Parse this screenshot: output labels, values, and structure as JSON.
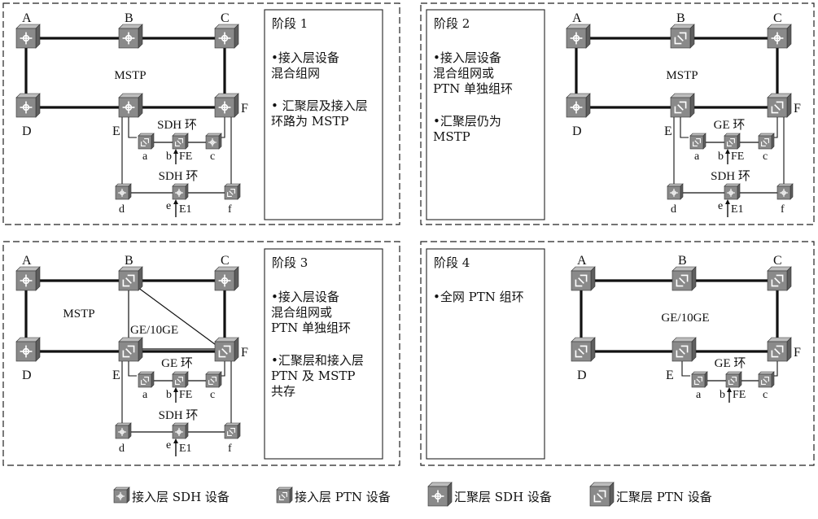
{
  "panels": [
    {
      "stage": "阶段 1",
      "notes": [
        [
          "•接入层设备",
          "混合组网"
        ],
        [
          "• 汇聚层及接入层",
          "环路为 MSTP"
        ]
      ],
      "core_label": "MSTP",
      "upper_ring": "SDH 环",
      "lower_ring": "SDH 环"
    },
    {
      "stage": "阶段 2",
      "notes": [
        [
          "•接入层设备",
          "混合组网或",
          "PTN 单独组环"
        ],
        [
          "•汇聚层仍为",
          "MSTP"
        ]
      ],
      "core_label": "MSTP",
      "upper_ring": "GE 环",
      "lower_ring": "SDH 环"
    },
    {
      "stage": "阶段 3",
      "notes": [
        [
          "•接入层设备",
          "混合组网或",
          "PTN 单独组环"
        ],
        [
          "•汇聚层和接入层",
          "PTN 及 MSTP",
          "共存"
        ]
      ],
      "core_label": "MSTP",
      "mesh_label": "GE/10GE",
      "upper_ring": "GE 环",
      "lower_ring": "SDH 环"
    },
    {
      "stage": "阶段 4",
      "notes": [
        [
          "•全网 PTN 组环"
        ]
      ],
      "core_label": "GE/10GE",
      "upper_ring": "GE 环"
    }
  ],
  "node_labels": {
    "A": "A",
    "B": "B",
    "C": "C",
    "D": "D",
    "E": "E",
    "F": "F",
    "a": "a",
    "b": "b",
    "c": "c",
    "d": "d",
    "e": "e",
    "f": "f"
  },
  "port_labels": {
    "fe": "FE",
    "e1": "E1"
  },
  "legend": [
    {
      "icon": "access-sdh",
      "label": "接入层 SDH 设备"
    },
    {
      "icon": "access-ptn",
      "label": "接入层 PTN 设备"
    },
    {
      "icon": "agg-sdh",
      "label": "汇聚层 SDH 设备"
    },
    {
      "icon": "agg-ptn",
      "label": "汇聚层 PTN 设备"
    }
  ],
  "colors": {
    "device_face": "#8a8a8a",
    "device_top": "#bdbdbd",
    "device_side": "#5e5e5e",
    "line": "#111111"
  }
}
